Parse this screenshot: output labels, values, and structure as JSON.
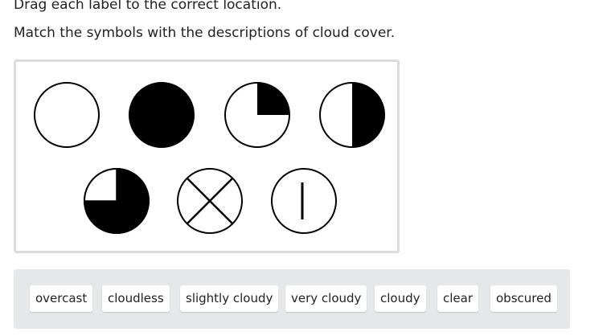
{
  "instructions": {
    "line1": "Drag each label to the correct location.",
    "line2": "Match the symbols with the descriptions of cloud cover."
  },
  "symbols": [
    {
      "id": "empty-circle",
      "icon": "cloud-cover-empty-circle-icon"
    },
    {
      "id": "full-circle",
      "icon": "cloud-cover-full-circle-icon"
    },
    {
      "id": "quarter-circle",
      "icon": "cloud-cover-quarter-circle-icon"
    },
    {
      "id": "half-circle",
      "icon": "cloud-cover-half-circle-icon"
    },
    {
      "id": "three-quarter-circle",
      "icon": "cloud-cover-three-quarter-circle-icon"
    },
    {
      "id": "x-circle",
      "icon": "cloud-cover-x-circle-icon"
    },
    {
      "id": "line-circle",
      "icon": "cloud-cover-vertical-line-circle-icon"
    }
  ],
  "labels": [
    "overcast",
    "cloudless",
    "slightly cloudy",
    "very cloudy",
    "cloudy",
    "clear",
    "obscured"
  ],
  "colors": {
    "panel_border": "#dcdcdc",
    "tray_background": "#e6e7e9",
    "symbol_stroke": "#000000"
  }
}
